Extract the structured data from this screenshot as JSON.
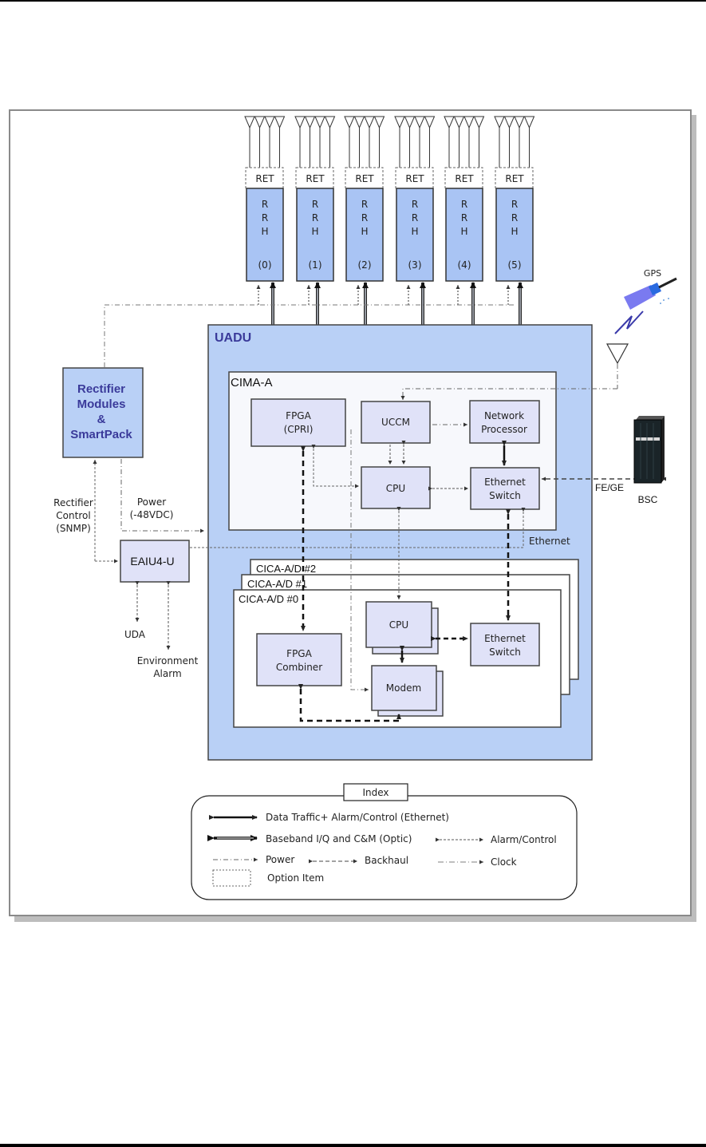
{
  "diagram": {
    "colors": {
      "uadu_fill": "#b9d0f6",
      "box_fill": "#e0e2f8",
      "rrh_fill": "#a9c4f4",
      "title_text": "#3a3a9a",
      "line": "#333333"
    },
    "rrh_units": [
      {
        "ret": "RET",
        "letters": [
          "R",
          "R",
          "H"
        ],
        "index": "(0)"
      },
      {
        "ret": "RET",
        "letters": [
          "R",
          "R",
          "H"
        ],
        "index": "(1)"
      },
      {
        "ret": "RET",
        "letters": [
          "R",
          "R",
          "H"
        ],
        "index": "(2)"
      },
      {
        "ret": "RET",
        "letters": [
          "R",
          "R",
          "H"
        ],
        "index": "(3)"
      },
      {
        "ret": "RET",
        "letters": [
          "R",
          "R",
          "H"
        ],
        "index": "(4)"
      },
      {
        "ret": "RET",
        "letters": [
          "R",
          "R",
          "H"
        ],
        "index": "(5)"
      }
    ],
    "rectifier": {
      "lines": [
        "Rectifier",
        "Modules",
        "&",
        "SmartPack"
      ]
    },
    "uadu": {
      "title": "UADU"
    },
    "cima": {
      "title": "CIMA-A",
      "fpga": [
        "FPGA",
        "(CPRI)"
      ],
      "uccm": "UCCM",
      "network_processor": [
        "Network",
        "Processor"
      ],
      "cpu": "CPU",
      "ethernet_switch": [
        "Ethernet",
        "Switch"
      ]
    },
    "cica": {
      "titles": [
        "CICA-A/D #2",
        "CICA-A/D #1",
        "CICA-A/D #0"
      ],
      "cpu": "CPU",
      "ethernet_switch": [
        "Ethernet",
        "Switch"
      ],
      "fpga_combiner": [
        "FPGA",
        "Combiner"
      ],
      "modem": "Modem"
    },
    "eaiu": "EAIU4-U",
    "labels": {
      "rectifier_control": [
        "Rectifier",
        "Control",
        "(SNMP)"
      ],
      "power": [
        "Power",
        "(-48VDC)"
      ],
      "ethernet": "Ethernet",
      "uda": "UDA",
      "environment_alarm": [
        "Environment",
        "Alarm"
      ],
      "gps": "GPS",
      "fe_ge": "FE/GE",
      "bsc": "BSC"
    },
    "legend": {
      "title": "Index",
      "items": {
        "data_traffic": "Data Traffic+ Alarm/Control (Ethernet)",
        "baseband": "Baseband I/Q and C&M (Optic)",
        "alarm_control": "Alarm/Control",
        "power": "Power",
        "backhaul": "Backhaul",
        "clock": "Clock",
        "option_item": "Option Item"
      }
    }
  }
}
